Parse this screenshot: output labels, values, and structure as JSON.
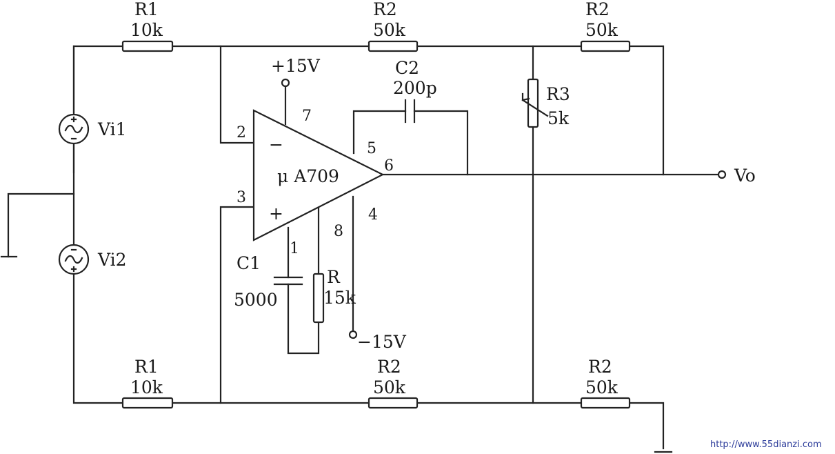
{
  "labels": {
    "r1_top_name": "R1",
    "r1_top_value": "10k",
    "r2_topmid_name": "R2",
    "r2_topmid_value": "50k",
    "r2_topright_name": "R2",
    "r2_topright_value": "50k",
    "r1_bot_name": "R1",
    "r1_bot_value": "10k",
    "r2_botmid_name": "R2",
    "r2_botmid_value": "50k",
    "r2_botright_name": "R2",
    "r2_botright_value": "50k",
    "r3_name": "R3",
    "r3_value": "5k",
    "c2_name": "C2",
    "c2_value": "200p",
    "c1_name": "C1",
    "c1_value": "5000",
    "r_name": "R",
    "r_value": "15k",
    "vpos": "+15V",
    "vneg": "−15V",
    "vi1": "Vi1",
    "vi2": "Vi2",
    "vo": "Vo",
    "opamp": "μ A709",
    "minus": "−",
    "plus": "+",
    "pin2": "2",
    "pin3": "3",
    "pin7": "7",
    "pin5": "5",
    "pin6": "6",
    "pin1": "1",
    "pin8": "8",
    "pin4": "4",
    "watermark": "http://www.55dianzi.com"
  }
}
